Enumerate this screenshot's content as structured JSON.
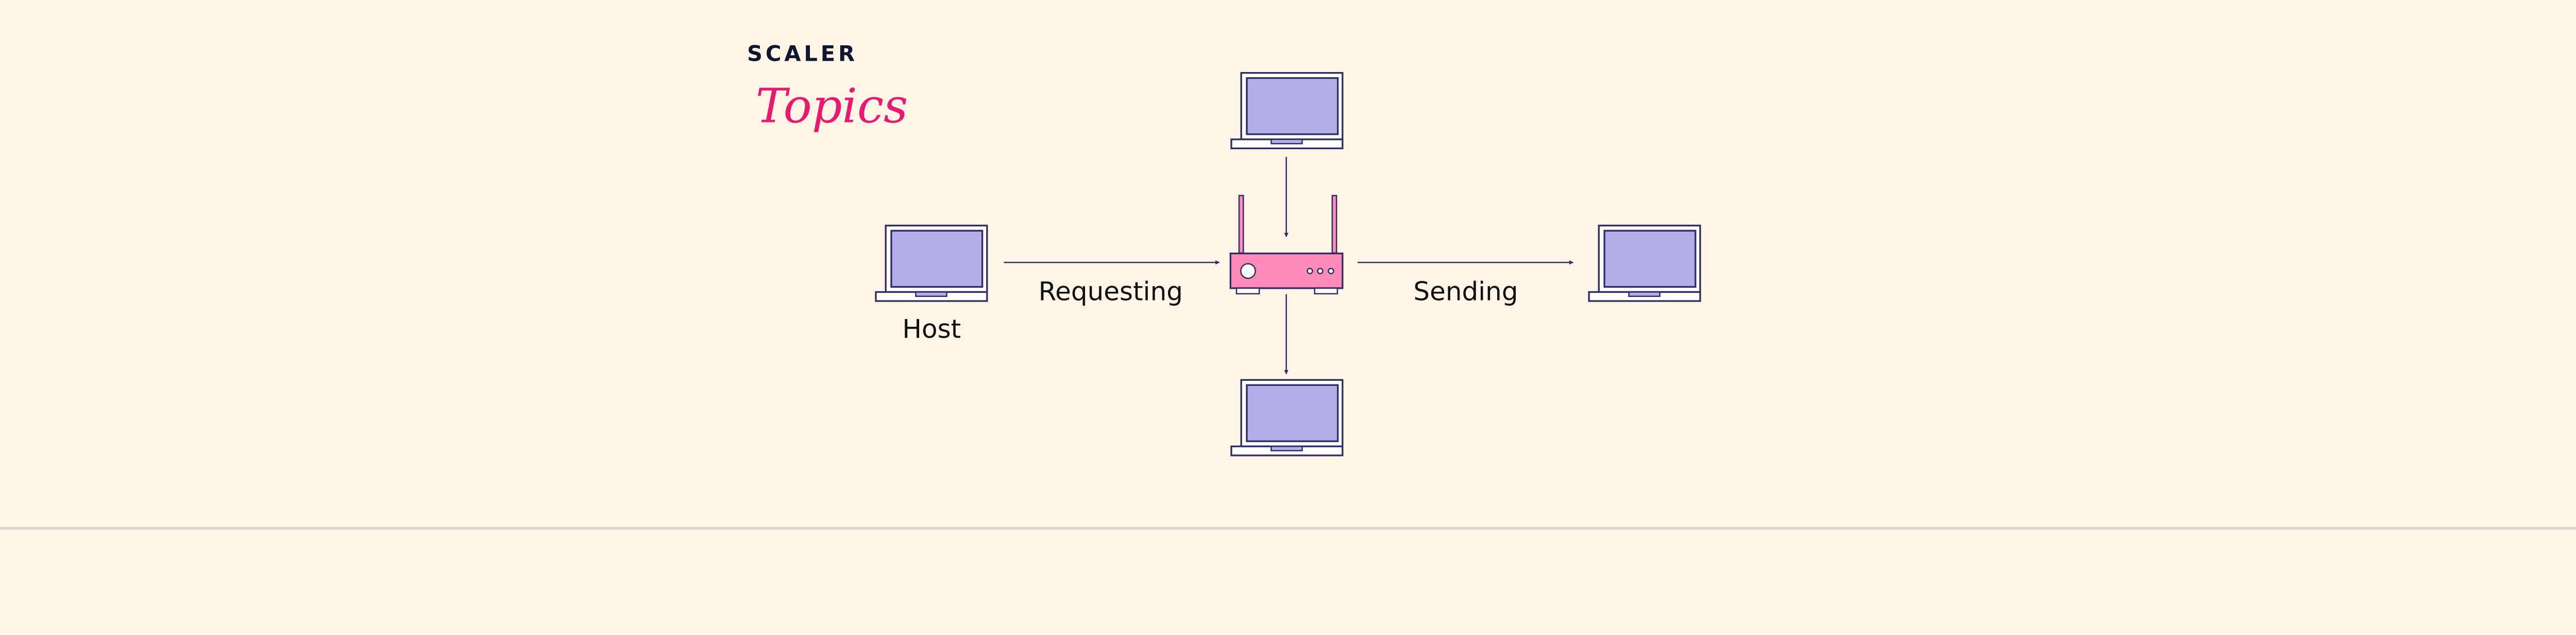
{
  "logo": {
    "line1": "SCALER",
    "line2": "Topics"
  },
  "labels": {
    "host": "Host",
    "requesting": "Requesting",
    "sending": "Sending"
  },
  "colors": {
    "background": "#FEF5E7",
    "outline": "#2E2E62",
    "screen": "#B3AEE9",
    "router": "#FF8AB9",
    "logo_dark": "#0E1630",
    "logo_pink": "#E8196F"
  },
  "icons": [
    "laptop-icon",
    "router-icon",
    "arrow-icon"
  ]
}
